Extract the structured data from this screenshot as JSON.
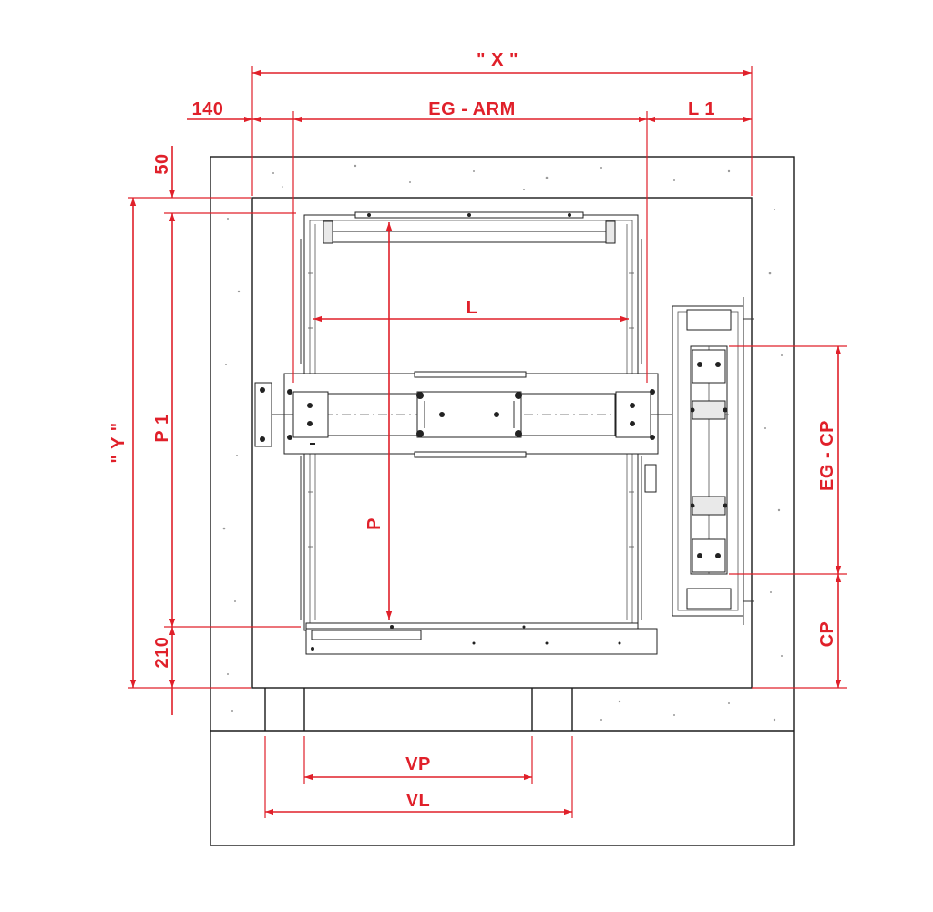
{
  "colors": {
    "dimension": "#e0202a",
    "linework": "#1a1a1a",
    "background": "#ffffff"
  },
  "dimensions": {
    "x": "\" X \"",
    "y": "\" Y \"",
    "left_clearance": "140",
    "eg_arm": "EG - ARM",
    "l1": "L 1",
    "top_offset": "50",
    "p1": "P 1",
    "bottom_offset": "210",
    "l": "L",
    "p": "P",
    "eg_cp": "EG - CP",
    "cp": "CP",
    "vp": "VP",
    "vl": "VL"
  }
}
